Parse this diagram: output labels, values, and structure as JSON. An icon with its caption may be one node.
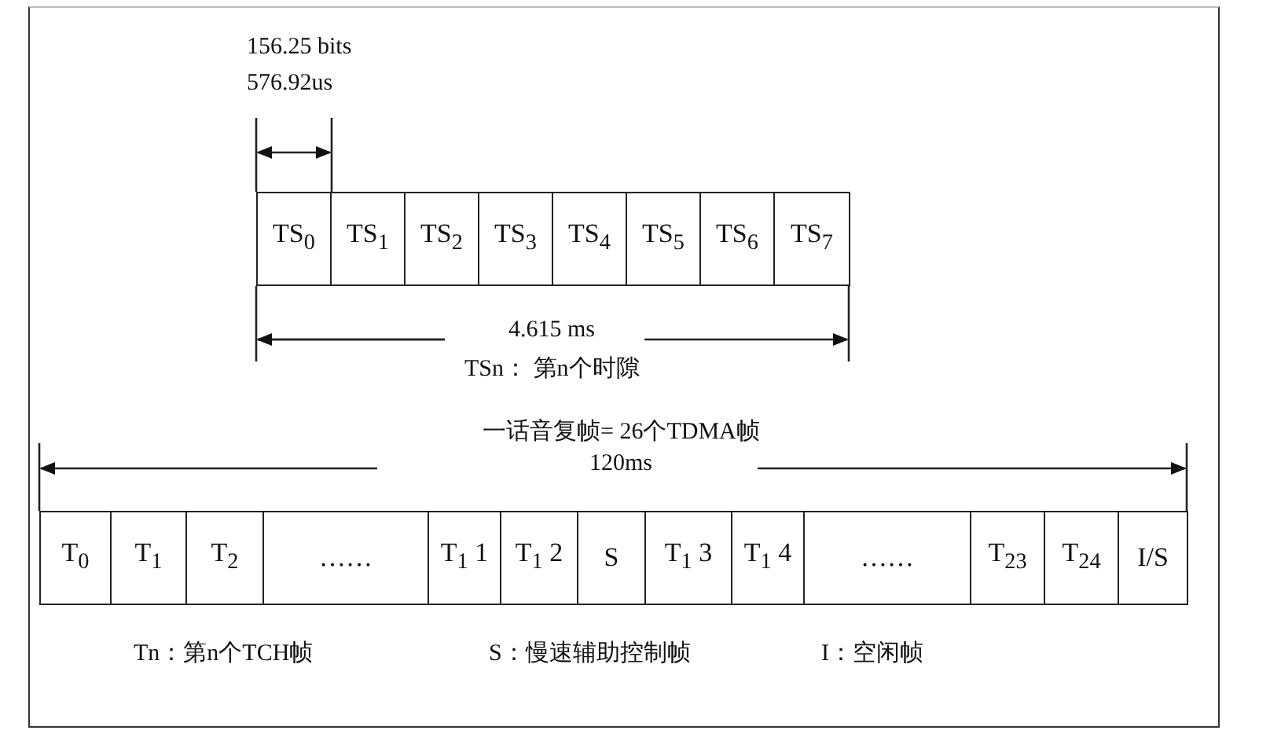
{
  "diagram": {
    "nodes": [
      {
        "text": [
          "TS$_{0}$"
        ]
      },
      {
        "text": [
          "TS$_{1}$"
        ]
      },
      {
        "text": [
          "TS$_{2}$"
        ]
      },
      {
        "text": [
          "TS$_{3}$"
        ]
      },
      {
        "text": [
          "TS$_{4}$"
        ]
      },
      {
        "text": [
          "TS$_{5}$"
        ]
      },
      {
        "text": [
          "TS$_{6}$"
        ]
      },
      {
        "text": [
          "TS$_{7}$"
        ]
      },
      {
        "text": [
          "T$_{0}$"
        ]
      },
      {
        "text": [
          "T$_{1}$"
        ]
      },
      {
        "text": [
          "T$_{2}$"
        ]
      },
      {
        "text": [
          "……"
        ]
      },
      {
        "text": [
          "T$_{1}$ 1"
        ]
      },
      {
        "text": [
          "T$_{1}$ 2"
        ]
      },
      {
        "text": [
          "S"
        ]
      },
      {
        "text": [
          "T$_{1}$ 3"
        ]
      },
      {
        "text": [
          "T$_{1}$ 4"
        ]
      },
      {
        "text": [
          "……"
        ]
      },
      {
        "text": [
          "T$_{23}$"
        ]
      },
      {
        "text": [
          "T$_{24}$"
        ]
      },
      {
        "text": [
          "I/S"
        ]
      }
    ],
    "edges": [],
    "labels": [
      "156.25 bits",
      "576.92us",
      "4.615 ms",
      "TSn： 第n个时隙",
      "一话音复帧= 26个TDMA帧",
      "120ms",
      "Tn：第n个TCH帧",
      "S：慢速辅助控制帧",
      "I：空闲帧"
    ]
  }
}
